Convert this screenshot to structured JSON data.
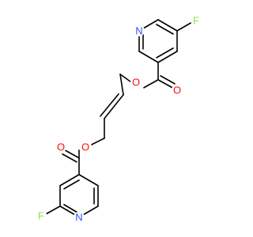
{
  "molecule": {
    "colors": {
      "bond": "#000000",
      "O": "#ff0d0d",
      "N": "#3050f8",
      "F": "#90e050"
    },
    "atoms": [
      {
        "id": "N1",
        "label": "N",
        "el": "N"
      },
      {
        "id": "F1",
        "label": "F",
        "el": "F"
      },
      {
        "id": "O1",
        "label": "O",
        "el": "O"
      },
      {
        "id": "O2",
        "label": "O",
        "el": "O"
      },
      {
        "id": "O3",
        "label": "O",
        "el": "O"
      },
      {
        "id": "O4",
        "label": "O",
        "el": "O"
      },
      {
        "id": "F2",
        "label": "F",
        "el": "F"
      },
      {
        "id": "N2",
        "label": "N",
        "el": "N"
      }
    ]
  }
}
